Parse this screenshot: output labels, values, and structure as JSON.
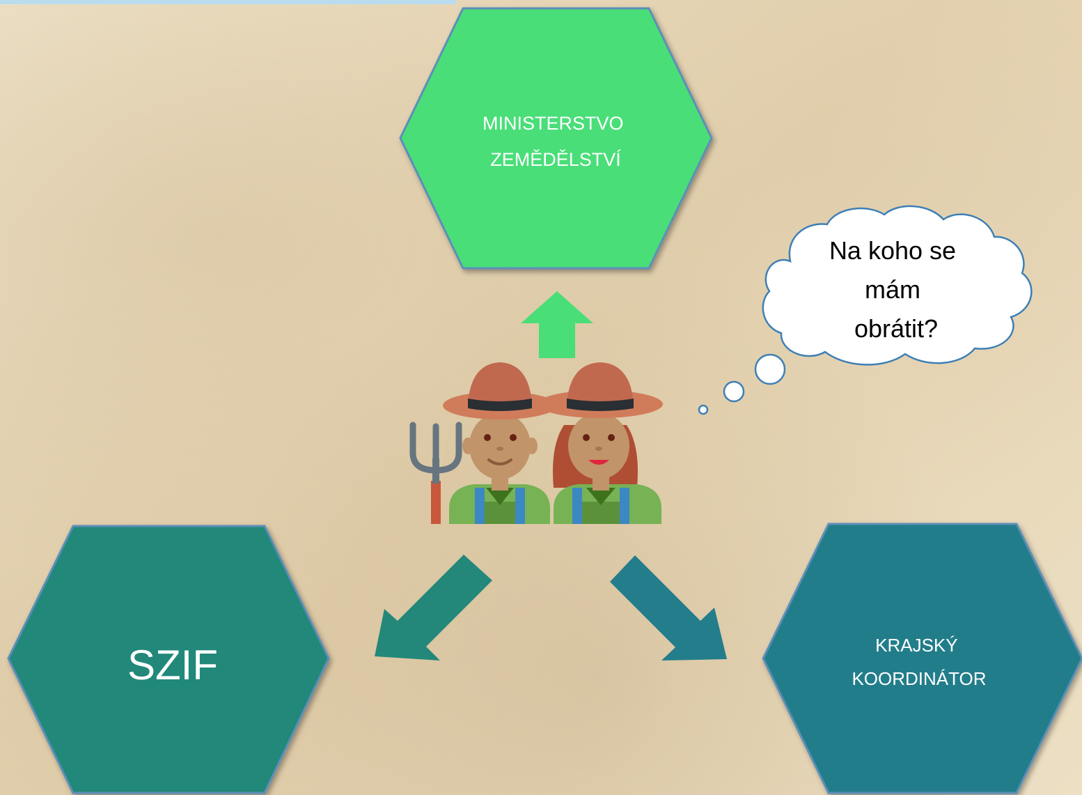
{
  "nodes": {
    "ministry": {
      "lines": [
        "MINISTERSTVO",
        "ZEMĚDĚLSTVÍ"
      ],
      "color": "#4ade78"
    },
    "szif": {
      "lines": [
        "SZIF"
      ],
      "color": "#23887a"
    },
    "coordinator": {
      "lines": [
        "KRAJSKÝ",
        "KOORDINÁTOR"
      ],
      "color": "#247d8a"
    }
  },
  "thought": {
    "lines": [
      "Na koho se",
      "mám",
      "obrátit?"
    ]
  },
  "farmers_icon": "farmer-couple-with-pitchfork-icon",
  "arrows": {
    "up_color": "#4ade78",
    "left_color": "#23887a",
    "right_color": "#247d8a"
  }
}
